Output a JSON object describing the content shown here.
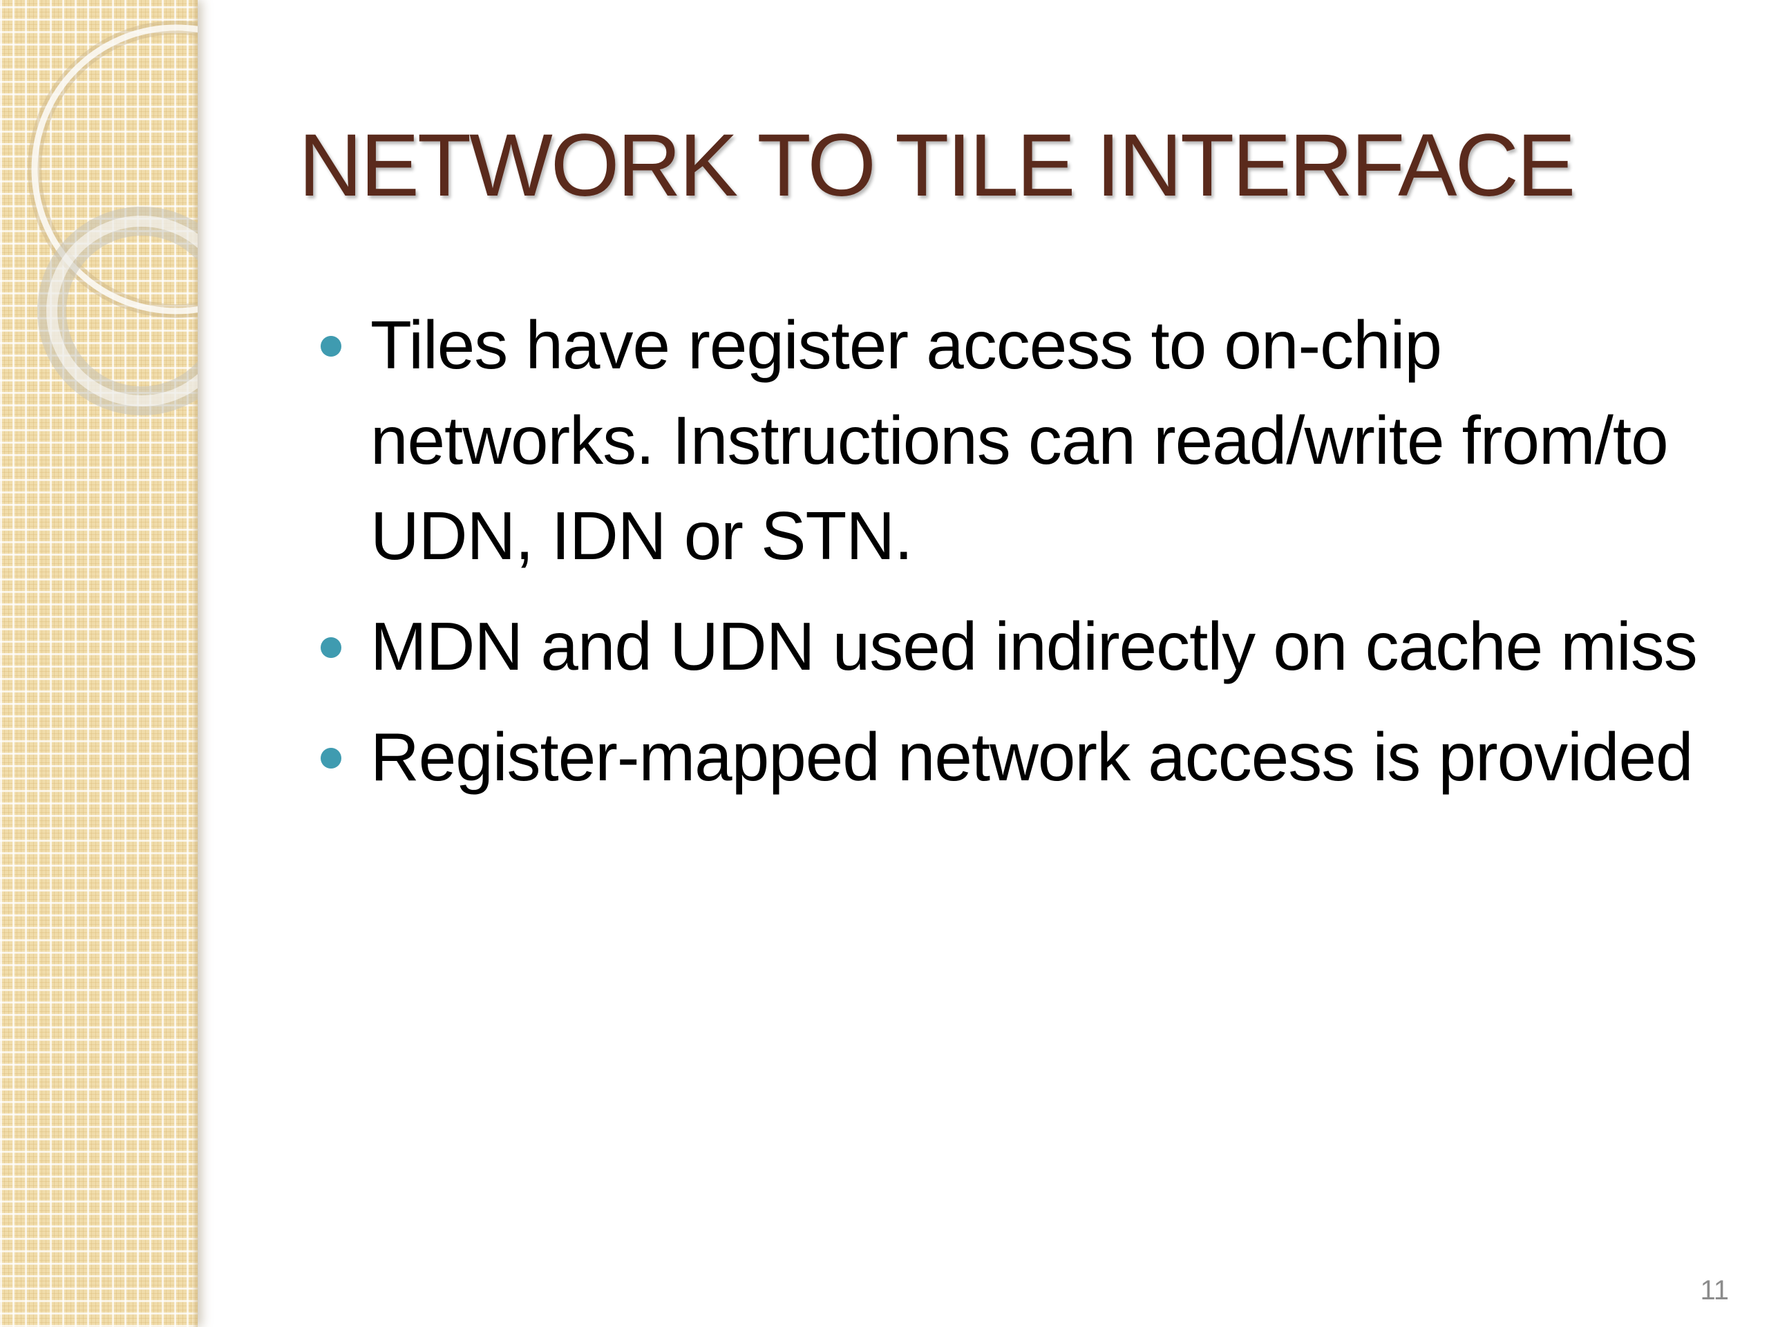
{
  "slide": {
    "title": "NETWORK TO TILE INTERFACE",
    "bullets": [
      {
        "text": "Tiles have register access to on-chip networks. Instructions can read/write from/to UDN, IDN or STN."
      },
      {
        "text": "MDN and UDN used indirectly on cache miss"
      },
      {
        "text": "Register-mapped network access is provided"
      }
    ],
    "page_number": "11"
  },
  "colors": {
    "title": "#5a2a1c",
    "bullet_marker": "#3f9bb0",
    "sidebar": "#f0dcaa",
    "text": "#000000"
  },
  "decorations": {
    "sidebar_pattern": "grid-pattern",
    "ornament": "overlapping-rings"
  }
}
